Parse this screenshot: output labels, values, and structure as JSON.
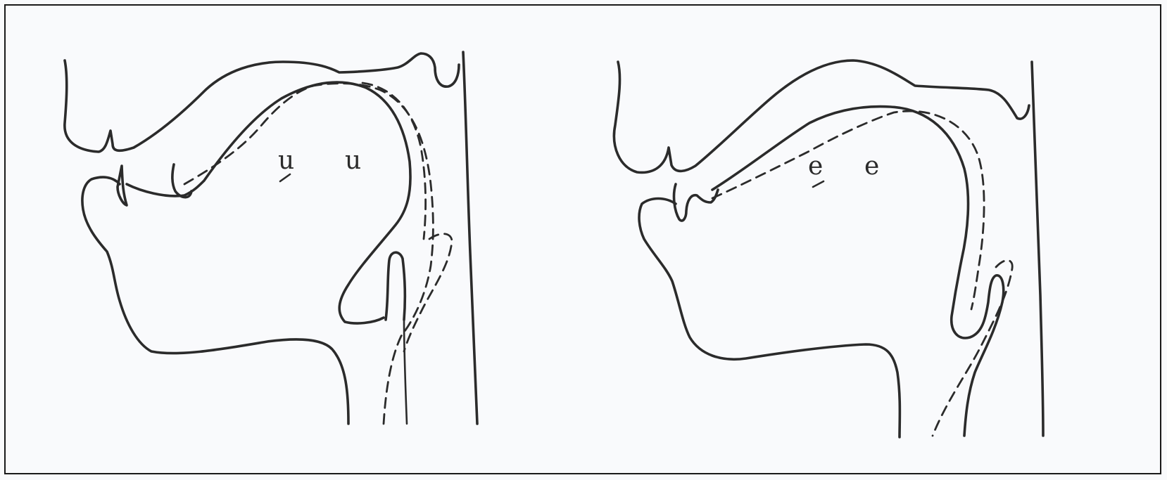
{
  "figure": {
    "left_panel": {
      "label_dashed": "u",
      "label_solid": "u"
    },
    "right_panel": {
      "label_dashed": "e",
      "label_solid": "e"
    },
    "line_color": "#2b2b2b",
    "background_color": "#f9fafc"
  }
}
